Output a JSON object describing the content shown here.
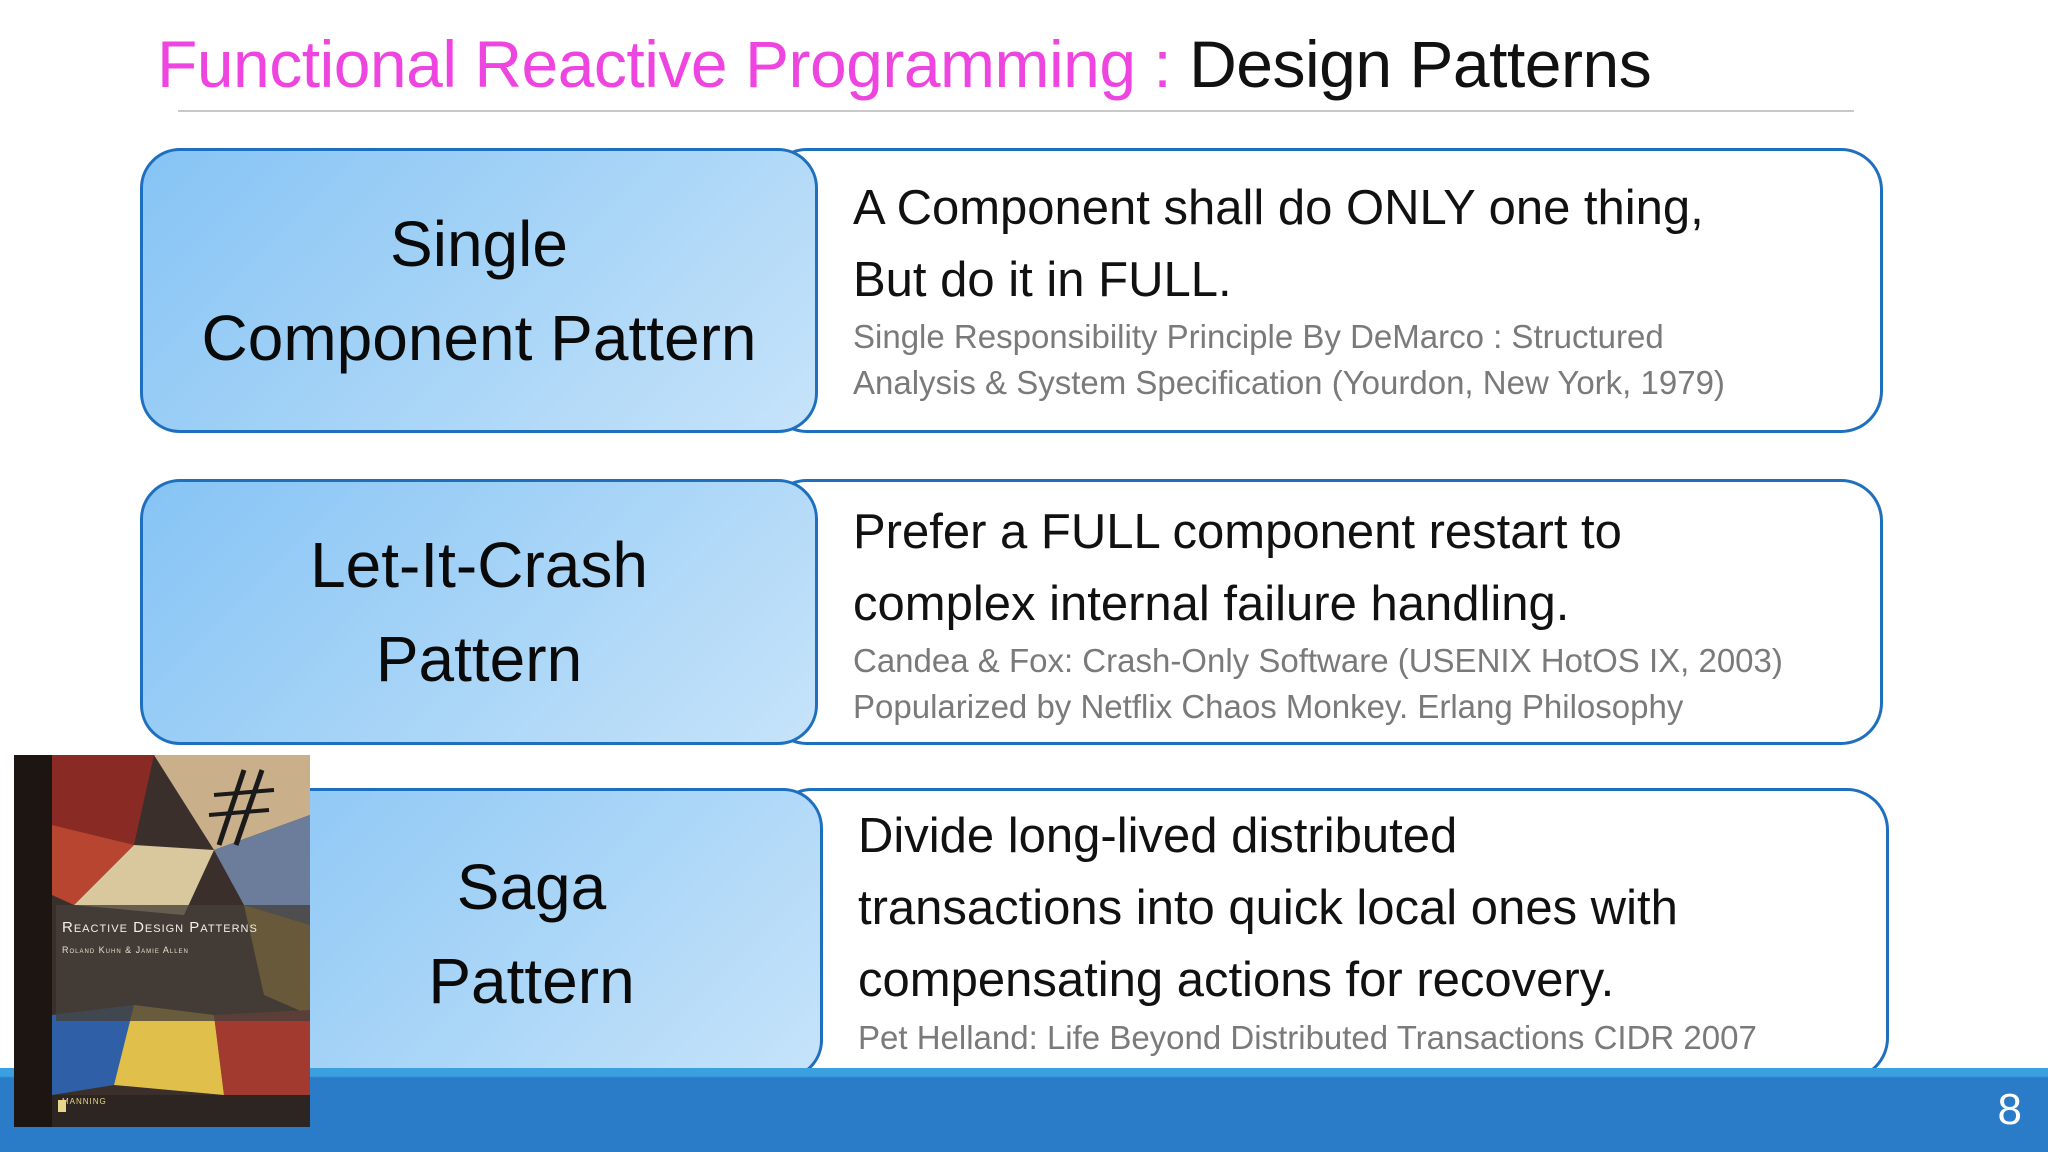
{
  "slide": {
    "title_accent": "Functional Reactive Programming :",
    "title_rest": "Design Patterns",
    "page_number": "8"
  },
  "patterns": [
    {
      "label": "Single\nComponent Pattern",
      "main": [
        "A Component shall do ONLY one thing,",
        "But do it in FULL."
      ],
      "cite": [
        "Single Responsibility Principle By DeMarco : Structured",
        "Analysis & System Specification (Yourdon, New York, 1979)"
      ]
    },
    {
      "label": "Let-It-Crash\nPattern",
      "main": [
        "Prefer a FULL component restart to",
        "complex internal failure handling."
      ],
      "cite": [
        "Candea & Fox: Crash-Only Software (USENIX HotOS IX, 2003)",
        "Popularized by Netflix Chaos Monkey. Erlang Philosophy"
      ]
    },
    {
      "label": "Saga\nPattern",
      "main": [
        "Divide long-lived distributed",
        "transactions into quick local ones with",
        "compensating actions for recovery."
      ],
      "cite": [
        "Pet Helland: Life Beyond Distributed Transactions CIDR 2007"
      ]
    }
  ],
  "book": {
    "title": "Reactive Design Patterns",
    "authors": "Roland Kuhn & Jamie Allen",
    "publisher": "MANNING"
  },
  "colors": {
    "accent_title": "#ee44e0",
    "box_border": "#1f6fbf",
    "footer": "#2a7cc9"
  }
}
